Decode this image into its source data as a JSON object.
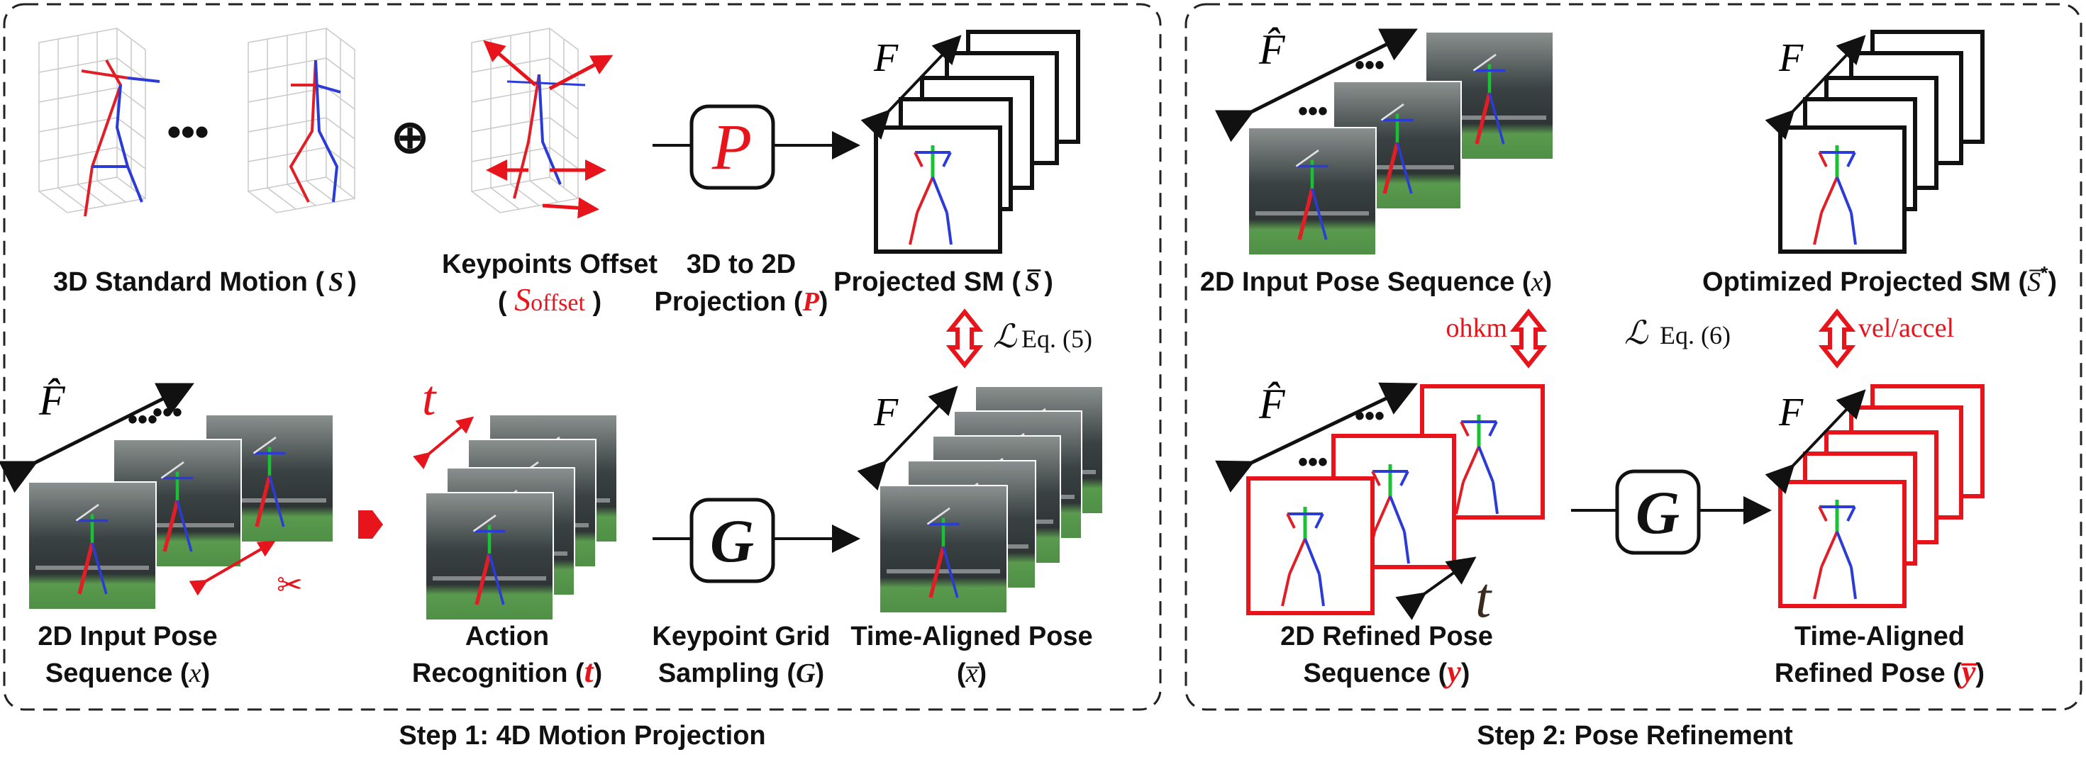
{
  "step1": {
    "title": "Step 1: 4D Motion Projection",
    "std_motion_label": "3D Standard Motion (",
    "std_motion_sym": "S",
    "ellipsis": "•••",
    "oplus": "⊕",
    "kp_offset_label": "Keypoints Offset",
    "kp_offset_sym": "S",
    "kp_offset_sub": "offset",
    "proj_label_line1": "3D to 2D",
    "proj_label_line2": "Projection (",
    "proj_box_sym": "P",
    "projected_sm_label": "Projected SM (",
    "projected_sm_sym": "S̅",
    "frames_sym": "F",
    "frames_hat_sym": "F̂",
    "loss_sym": "ℒ",
    "loss_eq": "Eq. (5)",
    "input_label_line1": "2D Input Pose",
    "input_label_line2": "Sequence (",
    "input_sym": "x",
    "action_label_line1": "Action",
    "action_label_line2": "Recognition (",
    "action_sym": "t",
    "grid_label_line1": "Keypoint Grid",
    "grid_label_line2": "Sampling (",
    "grid_sym": "G",
    "aligned_label_line1": "Time-Aligned Pose",
    "aligned_sym": "x̅",
    "scissors": "✂"
  },
  "step2": {
    "title": "Step 2: Pose Refinement",
    "input_label": "2D Input Pose Sequence (",
    "input_sym": "x",
    "opt_label": "Optimized Projected SM (",
    "opt_sym": "S̅",
    "opt_sup": "*",
    "ohkm": "ohkm",
    "vel_accel": "vel/accel",
    "loss_sym": "ℒ",
    "loss_eq": "Eq. (6)",
    "refined_label_line1": "2D Refined Pose",
    "refined_label_line2": "Sequence (",
    "refined_sym": "y",
    "aligned_label_line1": "Time-Aligned",
    "aligned_label_line2": "Refined Pose (",
    "aligned_sym": "y̅",
    "g_sym": "G",
    "t_sym": "t",
    "frames_sym": "F",
    "frames_hat_sym": "F̂"
  },
  "colors": {
    "accent_red": "#e8141b",
    "skeleton_red": "#e11d26",
    "skeleton_blue": "#2b3bd6",
    "skeleton_green": "#17c233",
    "photo_dark": "#2e3537",
    "photo_field": "#4f8f46"
  }
}
